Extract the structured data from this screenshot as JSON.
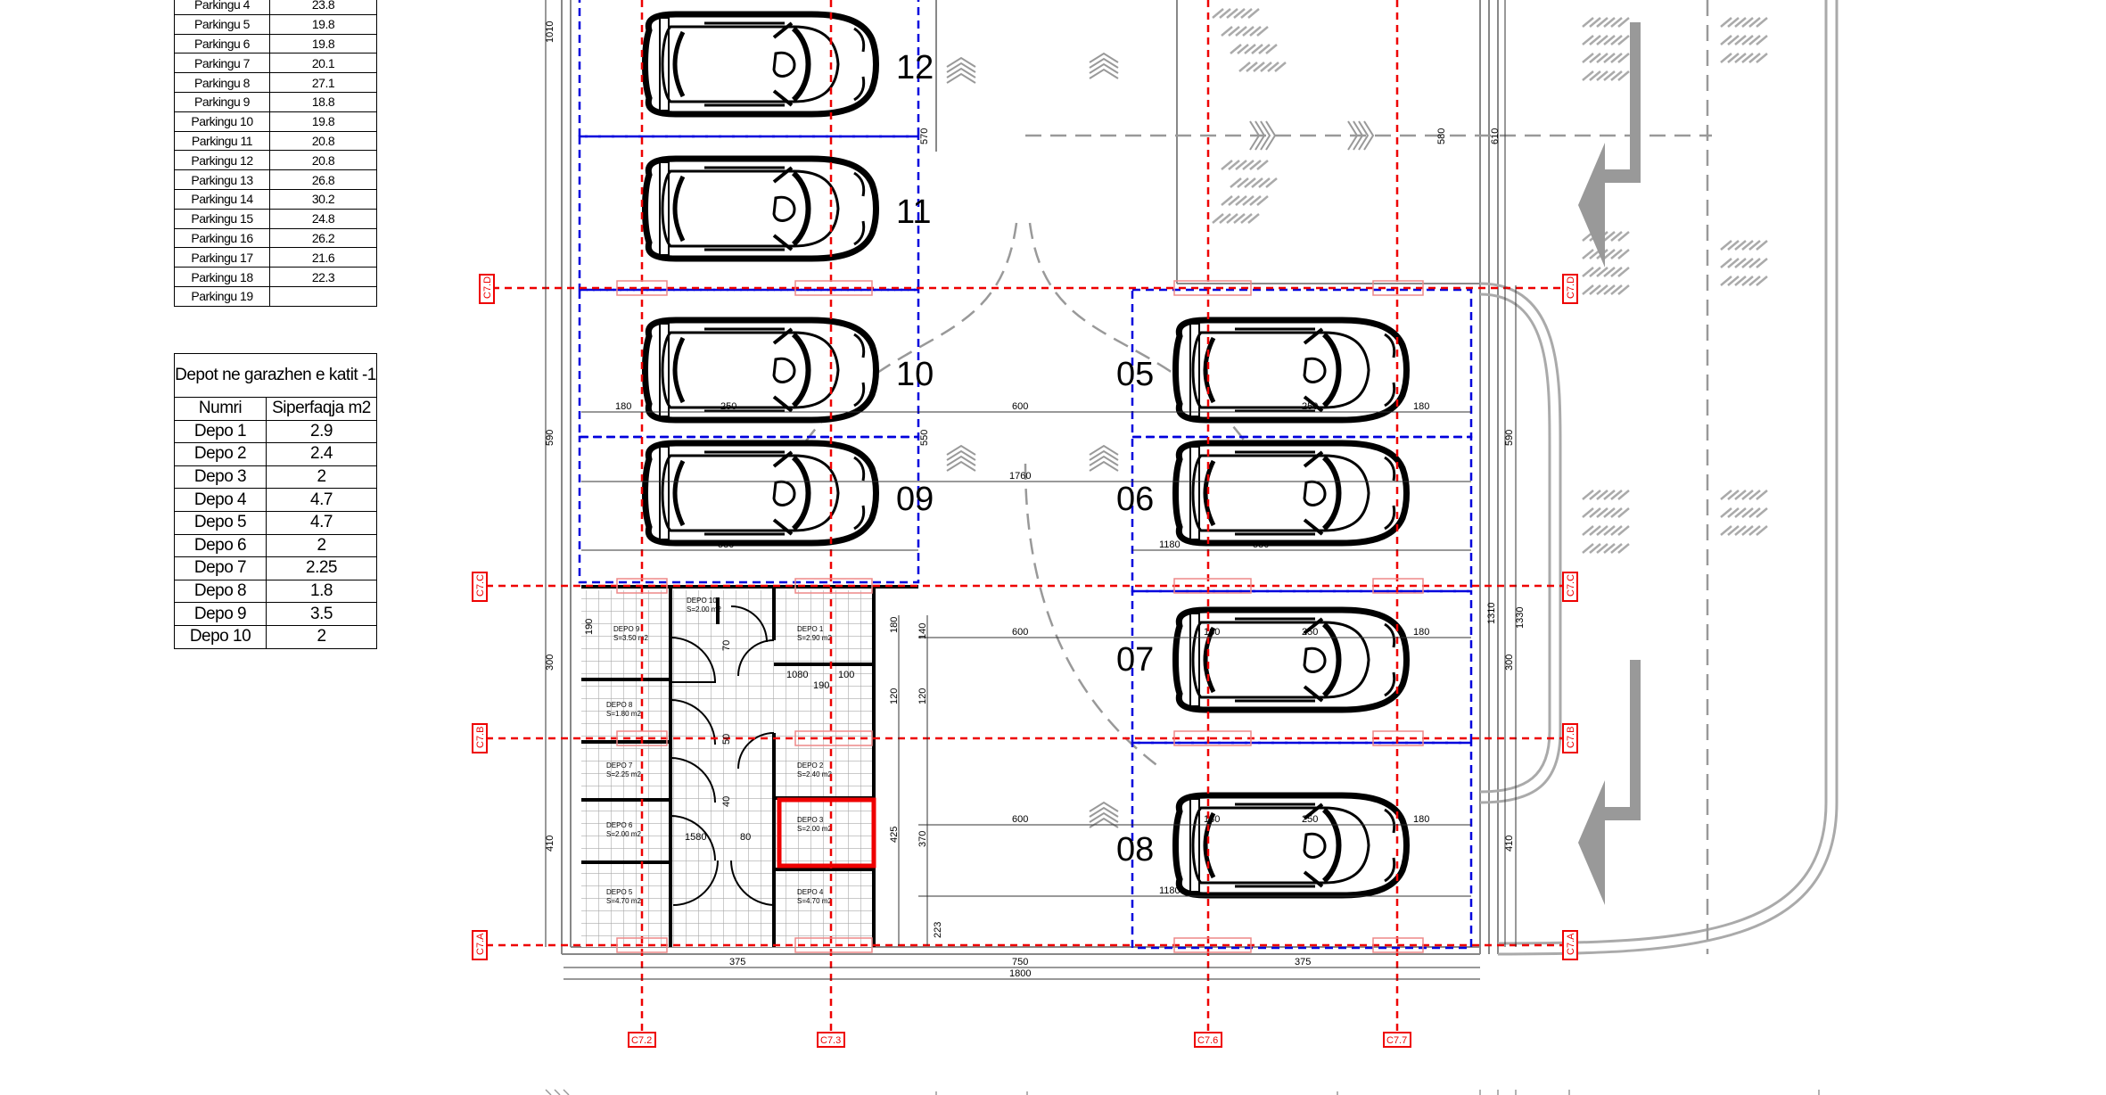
{
  "parking_table": {
    "rows": [
      {
        "name": "Parkingu 4",
        "area": "23.8"
      },
      {
        "name": "Parkingu 5",
        "area": "19.8"
      },
      {
        "name": "Parkingu 6",
        "area": "19.8"
      },
      {
        "name": "Parkingu 7",
        "area": "20.1"
      },
      {
        "name": "Parkingu 8",
        "area": "27.1"
      },
      {
        "name": "Parkingu 9",
        "area": "18.8"
      },
      {
        "name": "Parkingu 10",
        "area": "19.8"
      },
      {
        "name": "Parkingu 11",
        "area": "20.8"
      },
      {
        "name": "Parkingu 12",
        "area": "20.8"
      },
      {
        "name": "Parkingu 13",
        "area": "26.8"
      },
      {
        "name": "Parkingu 14",
        "area": "30.2"
      },
      {
        "name": "Parkingu 15",
        "area": "24.8"
      },
      {
        "name": "Parkingu 16",
        "area": "26.2"
      },
      {
        "name": "Parkingu 17",
        "area": "21.6"
      },
      {
        "name": "Parkingu 18",
        "area": "22.3"
      },
      {
        "name": "Parkingu 19",
        "area": ""
      }
    ]
  },
  "depot_table": {
    "title": "Depot ne garazhen e katit -1",
    "col_name": "Numri",
    "col_area": "Siperfaqja m2",
    "rows": [
      {
        "name": "Depo 1",
        "area": "2.9"
      },
      {
        "name": "Depo 2",
        "area": "2.4"
      },
      {
        "name": "Depo 3",
        "area": "2"
      },
      {
        "name": "Depo 4",
        "area": "4.7"
      },
      {
        "name": "Depo 5",
        "area": "4.7"
      },
      {
        "name": "Depo 6",
        "area": "2"
      },
      {
        "name": "Depo 7",
        "area": "2.25"
      },
      {
        "name": "Depo 8",
        "area": "1.8"
      },
      {
        "name": "Depo 9",
        "area": "3.5"
      },
      {
        "name": "Depo 10",
        "area": "2"
      }
    ]
  },
  "plan": {
    "spots": [
      {
        "label": "12",
        "side": "left"
      },
      {
        "label": "11",
        "side": "left"
      },
      {
        "label": "10",
        "side": "left"
      },
      {
        "label": "09",
        "side": "left"
      },
      {
        "label": "05",
        "side": "right"
      },
      {
        "label": "06",
        "side": "right"
      },
      {
        "label": "07",
        "side": "right"
      },
      {
        "label": "08",
        "side": "right"
      }
    ],
    "axes_rows": [
      "C7.D",
      "C7.C",
      "C7.B",
      "C7.A"
    ],
    "axes_cols": [
      "C7.2",
      "C7.3",
      "C7.6",
      "C7.7"
    ],
    "depots": [
      {
        "name": "DEPO 10",
        "area": "S=2.00 m2"
      },
      {
        "name": "DEPO 9",
        "area": "S=3.50 m2"
      },
      {
        "name": "DEPO 1",
        "area": "S=2.90 m2"
      },
      {
        "name": "DEPO 8",
        "area": "S=1.80 m2"
      },
      {
        "name": "DEPO 7",
        "area": "S=2.25 m2"
      },
      {
        "name": "DEPO 2",
        "area": "S=2.40 m2"
      },
      {
        "name": "DEPO 6",
        "area": "S=2.00 m2"
      },
      {
        "name": "DEPO 3",
        "area": "S=2.00 m2"
      },
      {
        "name": "DEPO 5",
        "area": "S=4.70 m2"
      },
      {
        "name": "DEPO 4",
        "area": "S=4.70 m2"
      }
    ],
    "dims": {
      "bottom_left": "375",
      "bottom_mid": "750",
      "bottom_right": "375",
      "bottom_total": "1800",
      "aisle": "600",
      "total_1760": "1760",
      "w_1180": "1180",
      "w_580": "580",
      "w_180": "180",
      "w_250": "250",
      "left_1010": "1010",
      "left_590": "590",
      "left_300": "300",
      "left_410": "410",
      "right_590": "590",
      "right_300": "300",
      "right_410": "410",
      "right_1330": "1330",
      "right_1310": "1310",
      "v_570": "570",
      "v_550": "550",
      "v_580": "580",
      "v_610": "610",
      "v_140": "140",
      "v_120": "120",
      "v_370": "370",
      "v_425": "425",
      "v_190": "190",
      "d_1080": "1080",
      "d_100": "100",
      "d_190": "190",
      "d_1580": "1580",
      "d_80": "80",
      "d_70": "70",
      "d_40": "40",
      "d_50": "50",
      "d_223": "223"
    }
  }
}
